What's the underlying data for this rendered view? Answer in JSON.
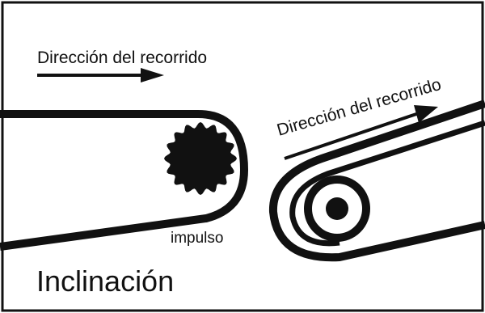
{
  "diagram": {
    "labels": {
      "direction_left": "Dirección del recorrido",
      "direction_right": "Dirección del recorrido",
      "drive": "impulso",
      "title": "Inclinación"
    },
    "colors": {
      "stroke": "#111111",
      "background": "#ffffff"
    }
  }
}
